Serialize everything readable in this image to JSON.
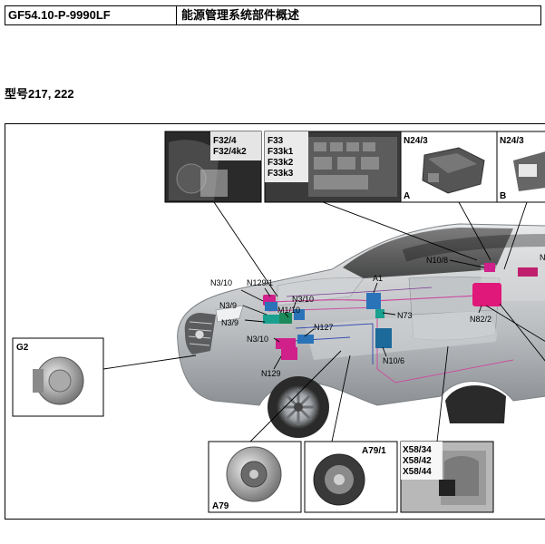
{
  "header": {
    "code": "GF54.10-P-9990LF",
    "title": "能源管理系统部件概述"
  },
  "model_line": "型号217, 222",
  "diagram": {
    "insets": {
      "f32": [
        "F32/4",
        "F32/4k2"
      ],
      "f33": [
        "F33",
        "F33k1",
        "F33k2",
        "F33k3"
      ],
      "n24_a": {
        "label": "N24/3",
        "tag": "A"
      },
      "n24_b": {
        "label": "N24/3",
        "tag": "B"
      },
      "g2": "G2",
      "a79": "A79",
      "a79_1": "A79/1",
      "x58": [
        "X58/34",
        "X58/42",
        "X58/44"
      ]
    },
    "labels": {
      "n3_10_top": "N3/10",
      "n129_1": "N129/1",
      "n3_10_mid": "N3/10",
      "n3_9_a": "N3/9",
      "m1_10": "M1/10",
      "n3_9_b": "N3/9",
      "n127": "N127",
      "n3_10_low": "N3/10",
      "n129": "N129",
      "a1": "A1",
      "n73": "N73",
      "n10_6": "N10/6",
      "n10_8": "N10/8",
      "n82_2": "N82/2",
      "n_cut": "N"
    }
  }
}
